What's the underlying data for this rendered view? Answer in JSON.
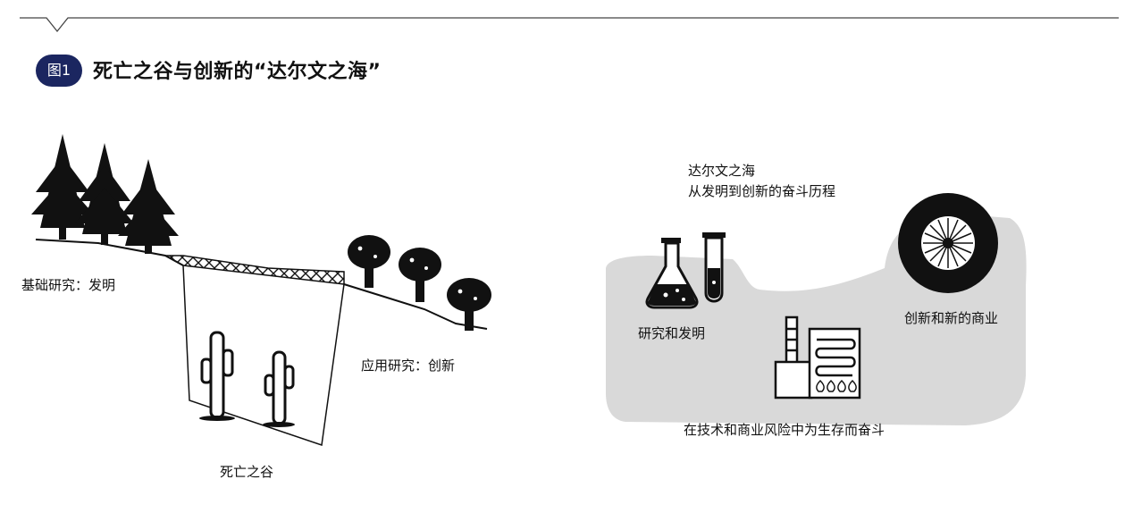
{
  "header": {
    "figure_badge": "图1",
    "title": "死亡之谷与创新的“达尔文之海”"
  },
  "left_panel": {
    "label_basic_research": "基础研究：发明",
    "label_applied_research": "应用研究：创新",
    "label_valley": "死亡之谷"
  },
  "right_panel": {
    "sea_caption_line1": "达尔文之海",
    "sea_caption_line2": "从发明到创新的奋斗历程",
    "label_research": "研究和发明",
    "label_commerce": "创新和新的商业",
    "label_struggle": "在技术和商业风险中为生存而奋斗"
  },
  "colors": {
    "badge": "#1b2660",
    "sea": "#d9d9d9",
    "ink": "#111111"
  }
}
